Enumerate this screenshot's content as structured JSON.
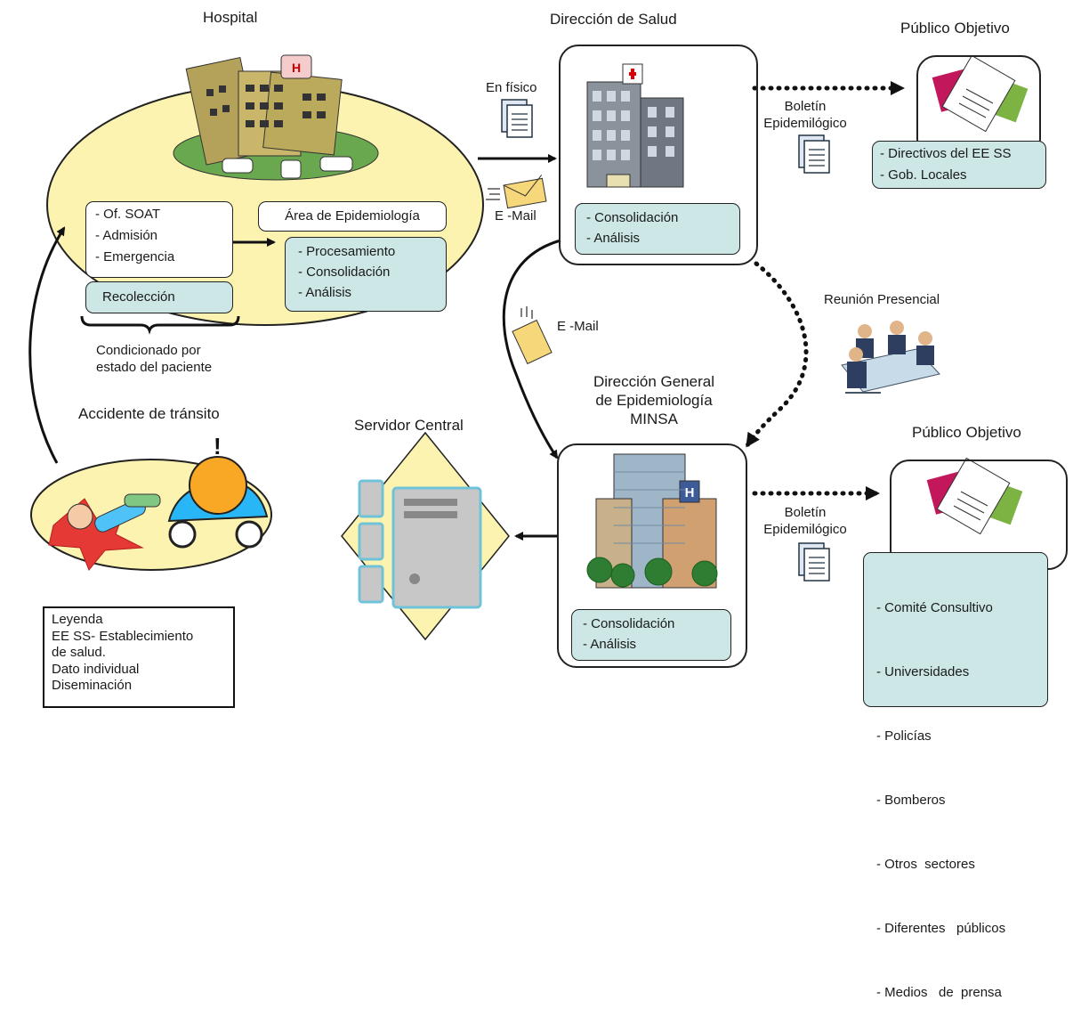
{
  "titles": {
    "hospital": "Hospital",
    "direccion_salud": "Dirección de Salud",
    "publico_objetivo_1": "Público Objetivo",
    "publico_objetivo_2": "Público Objetivo",
    "accidente": "Accidente de tránsito",
    "servidor": "Servidor Central",
    "dge_line1": "Dirección General",
    "dge_line2": "de Epidemiología",
    "dge_line3": "MINSA"
  },
  "hospital": {
    "sources": [
      "- Of. SOAT",
      "- Admisión",
      "- Emergencia"
    ],
    "recoleccion": "Recolección",
    "area": "Área de Epidemiología",
    "area_tasks": [
      "- Procesamiento",
      "- Consolidación",
      "- Análisis"
    ],
    "condicionado_line1": "Condicionado por",
    "condicionado_line2": "estado del paciente"
  },
  "direccion_salud": {
    "tasks": [
      "- Consolidación",
      "- Análisis"
    ]
  },
  "dge": {
    "tasks": [
      "- Consolidación",
      "- Análisis"
    ]
  },
  "publico_1": {
    "items": [
      "- Directivos del EE SS",
      "- Gob. Locales"
    ]
  },
  "publico_2": {
    "items": [
      "- Comité Consultivo",
      "- Universidades",
      "- Policías",
      "- Bomberos",
      "- Otros  sectores",
      "- Diferentes   públicos",
      "- Medios   de  prensa"
    ]
  },
  "channels": {
    "en_fisico": "En físico",
    "email_1": "E -Mail",
    "email_2": "E -Mail",
    "boletin_1_line1": "Boletín",
    "boletin_1_line2": "Epidemilógico",
    "boletin_2_line1": "Boletín",
    "boletin_2_line2": "Epidemilógico",
    "reunion": "Reunión Presencial"
  },
  "legend": {
    "title": "Leyenda",
    "line1": "EE SS- Establecimiento",
    "line2": "de salud.",
    "dato": "Dato individual",
    "diseminacion": "Diseminación"
  },
  "colors": {
    "yellow_fill": "#fdf3b0",
    "teal_fill": "#cde7e7",
    "outline": "#222222"
  },
  "icons": [
    "hospital-building-icon",
    "health-directorate-building-icon",
    "ministry-building-icon",
    "document-icon",
    "envelope-icon",
    "handshake-icon",
    "meeting-icon",
    "server-icon",
    "accident-icon"
  ]
}
